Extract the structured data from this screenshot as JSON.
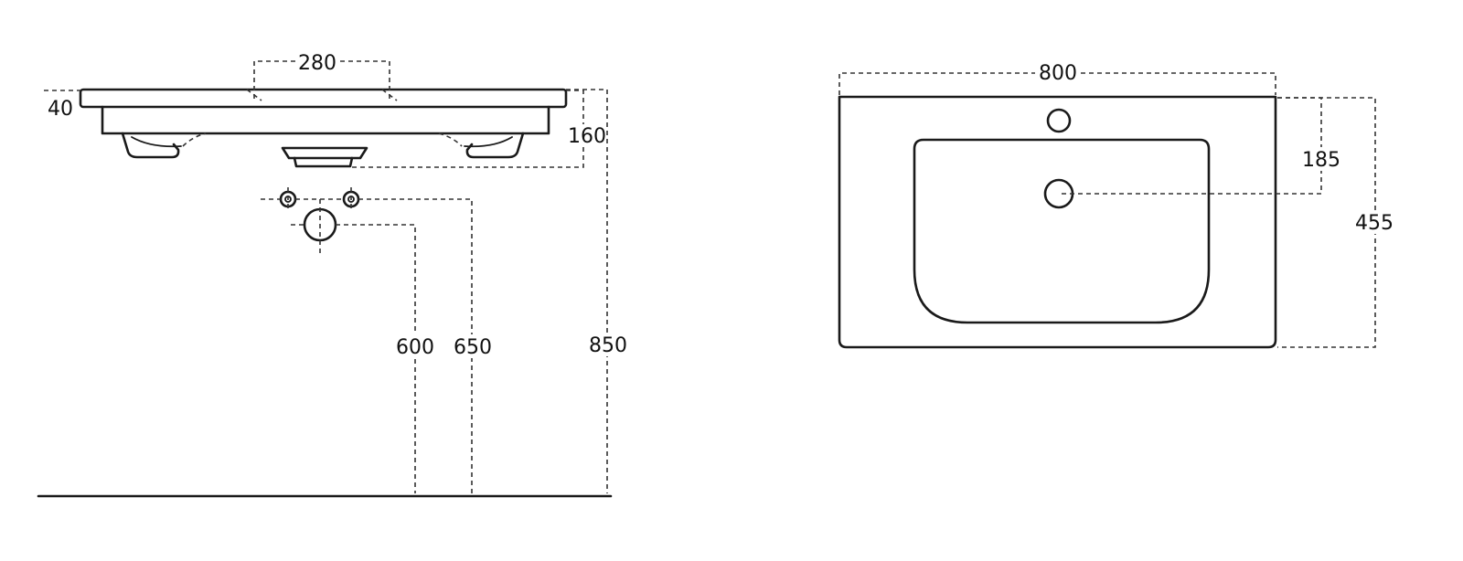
{
  "side_view": {
    "dimensions": {
      "tap_spacing": "280",
      "counter_thickness": "40",
      "basin_depth": "160",
      "trap_height": "600",
      "supply_height": "650",
      "rim_height": "850"
    }
  },
  "top_view": {
    "dimensions": {
      "width": "800",
      "tap_hole_to_drain": "185",
      "depth": "455"
    }
  },
  "colors": {
    "line": "#1a1a1a",
    "dimension_line": "#333333",
    "background": "#ffffff"
  }
}
